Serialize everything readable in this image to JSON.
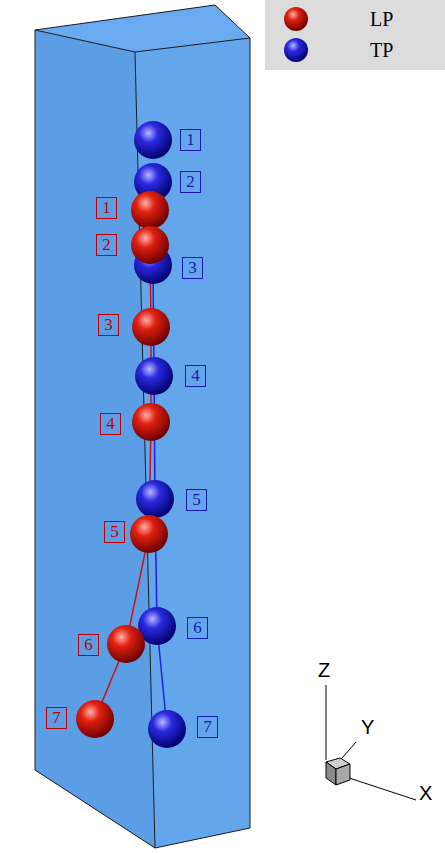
{
  "diagram": {
    "nodes": [
      {
        "text": [
          "1"
        ]
      },
      {
        "text": [
          "2"
        ]
      },
      {
        "text": [
          "1"
        ]
      },
      {
        "text": [
          "2"
        ]
      },
      {
        "text": [
          "3"
        ]
      },
      {
        "text": [
          "3"
        ]
      },
      {
        "text": [
          "4"
        ]
      },
      {
        "text": [
          "4"
        ]
      },
      {
        "text": [
          "5"
        ]
      },
      {
        "text": [
          "5"
        ]
      },
      {
        "text": [
          "6"
        ]
      },
      {
        "text": [
          "6"
        ]
      },
      {
        "text": [
          "7"
        ]
      },
      {
        "text": [
          "7"
        ]
      }
    ],
    "labels": [
      "Z",
      "Y",
      "X"
    ],
    "legend": [
      {
        "text": "LP"
      },
      {
        "text": "TP"
      }
    ]
  }
}
